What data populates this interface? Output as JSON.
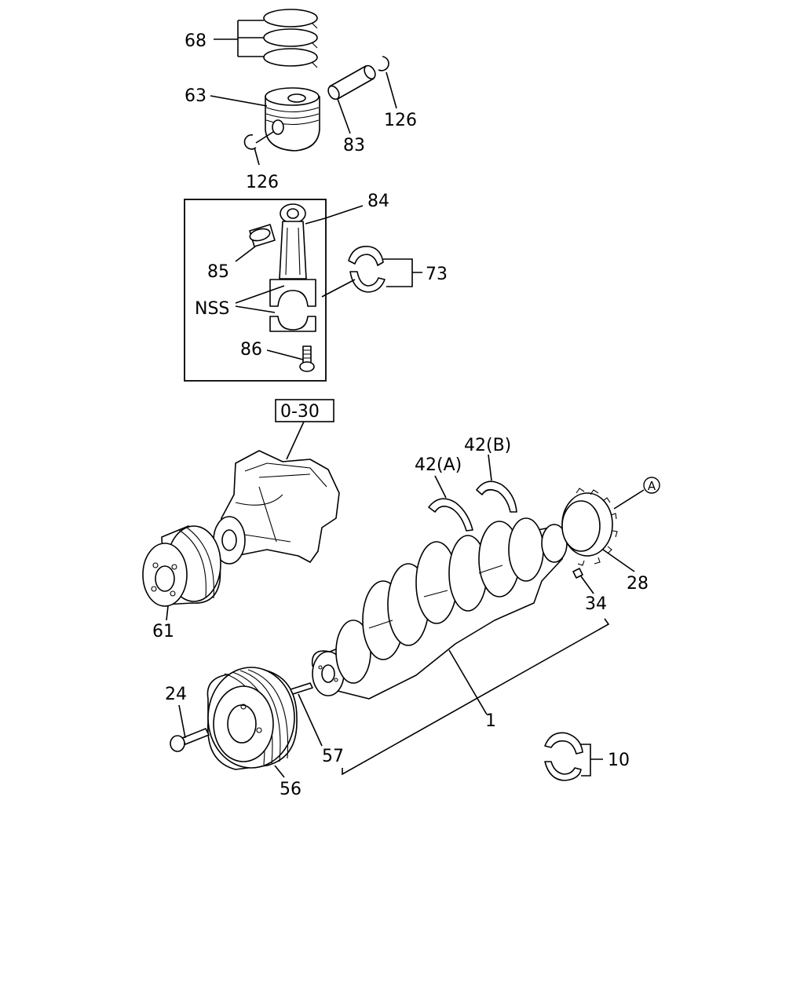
{
  "labels": {
    "piston_rings": "68",
    "piston": "63",
    "snap_ring_upper": "126",
    "snap_ring_lower": "126",
    "piston_pin": "83",
    "connecting_rod": "84",
    "bushing": "85",
    "not_serviced": "NSS",
    "conrod_bearings": "73",
    "conrod_bolt": "86",
    "ref_page": "0-30",
    "thrust_washer_a": "42(A)",
    "thrust_washer_b": "42(B)",
    "ref_circle": "A",
    "gear": "28",
    "dowel_pin": "34",
    "water_pump_pulley": "61",
    "crankshaft": "1",
    "pulley_bolt": "24",
    "key_pin": "57",
    "crank_pulley": "56",
    "main_bearings": "10"
  }
}
